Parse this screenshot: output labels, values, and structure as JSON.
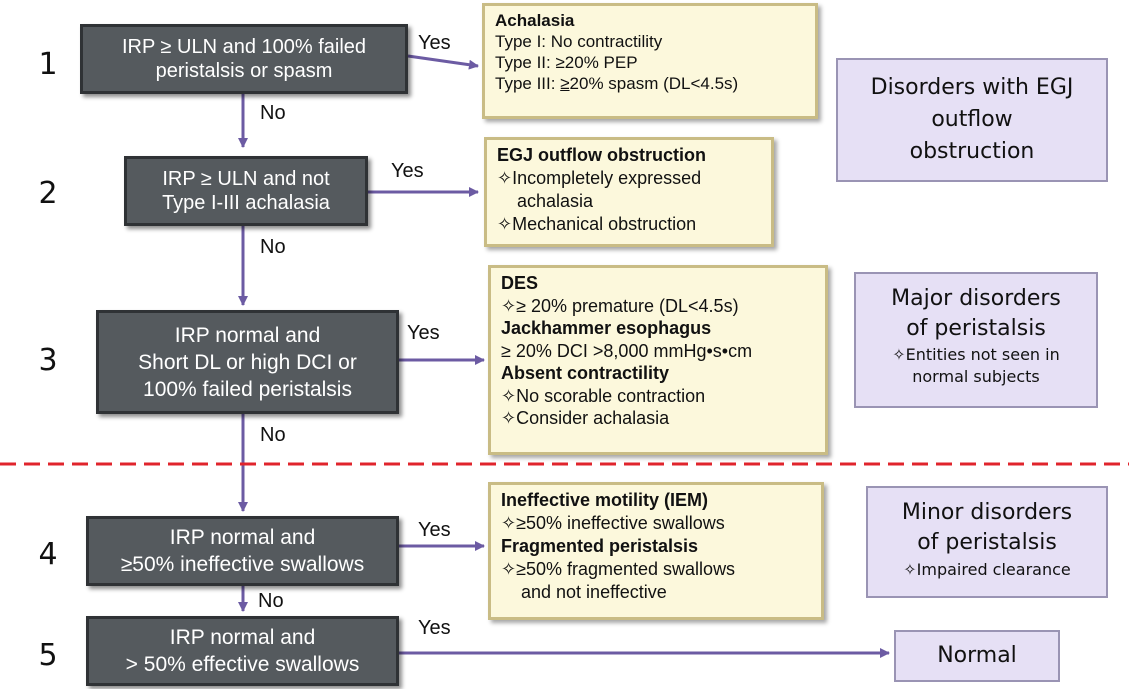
{
  "steps": [
    {
      "num": "1",
      "decision": [
        "IRP ≥ ULN and 100% failed",
        "peristalsis or spasm"
      ],
      "yes": "Yes",
      "no": "No"
    },
    {
      "num": "2",
      "decision": [
        "IRP ≥ ULN and not",
        "Type I-III achalasia"
      ],
      "yes": "Yes",
      "no": "No"
    },
    {
      "num": "3",
      "decision": [
        "IRP normal and",
        "Short DL or high DCI or",
        "100% failed peristalsis"
      ],
      "yes": "Yes",
      "no": "No"
    },
    {
      "num": "4",
      "decision": [
        "IRP normal and",
        "≥50% ineffective swallows"
      ],
      "yes": "Yes",
      "no": "No"
    },
    {
      "num": "5",
      "decision": [
        "IRP normal and",
        "> 50% effective swallows"
      ],
      "yes": "Yes"
    }
  ],
  "results": {
    "achalasia": {
      "title": "Achalasia",
      "lines": [
        "Type I:  No contractility",
        "Type II: ≥20% PEP"
      ],
      "type3_prefix": "Type III: ",
      "type3_underlined": "≥",
      "type3_rest": "20% spasm (DL<4.5s)"
    },
    "egj": {
      "title": "EGJ outflow obstruction",
      "item1": "✧Incompletely expressed",
      "item1_cont": "achalasia",
      "item2": "✧Mechanical obstruction"
    },
    "major": {
      "des_title": "DES",
      "des_item": "✧≥ 20% premature (DL<4.5s)",
      "jack_title": "Jackhammer esophagus",
      "jack_item": "≥ 20% DCI >8,000 mmHg•s•cm",
      "absent_title": "Absent contractility",
      "absent_item1": "✧No scorable contraction",
      "absent_item2": "✧Consider achalasia"
    },
    "minor": {
      "iem_title": "Ineffective motility (IEM)",
      "iem_item": "✧≥50% ineffective swallows",
      "frag_title": "Fragmented peristalsis",
      "frag_item": "✧≥50% fragmented swallows",
      "frag_item_cont": "and not ineffective"
    },
    "normal": "Normal"
  },
  "categories": {
    "egj": [
      "Disorders with EGJ",
      "outflow",
      "obstruction"
    ],
    "major": {
      "lines": [
        "Major disorders",
        "of peristalsis"
      ],
      "note": "✧Entities not seen in",
      "note_cont": "normal subjects"
    },
    "minor": {
      "lines": [
        "Minor disorders",
        "of peristalsis"
      ],
      "note": "✧Impaired clearance"
    }
  },
  "colors": {
    "arrow": "#6c5ba3",
    "separator": "#e0242c",
    "decision_fill": "#555a5e",
    "result_fill": "#fcf8dc",
    "category_fill": "#e6e0f5"
  }
}
